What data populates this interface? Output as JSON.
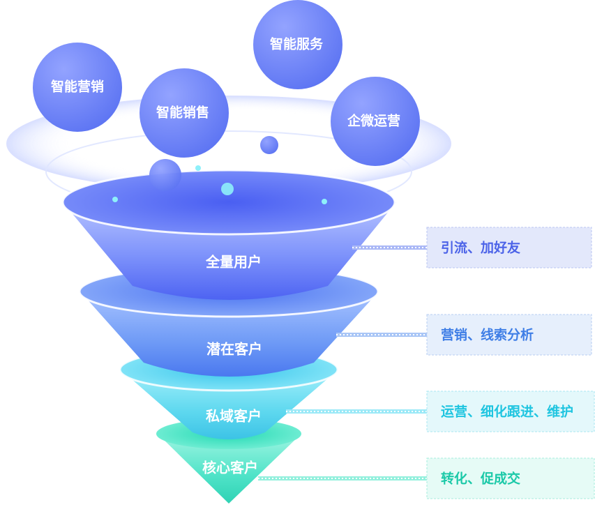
{
  "bubbles": [
    {
      "label": "智能营销"
    },
    {
      "label": "智能销售"
    },
    {
      "label": "智能服务"
    },
    {
      "label": "企微运营"
    }
  ],
  "layers": [
    {
      "label": "全量用户",
      "note": "引流、加好友"
    },
    {
      "label": "潜在客户",
      "note": "营销、线索分析"
    },
    {
      "label": "私域客户",
      "note": "运营、细化跟进、维护"
    },
    {
      "label": "核心客户",
      "note": "转化、促成交"
    }
  ],
  "colors": {
    "bubble": "#6b82f6",
    "layer1": "#5a73f4",
    "layer2": "#5f8cf3",
    "layer3": "#4fd6ea",
    "layer4": "#3fe0c0",
    "note1_text": "#4c63e8",
    "note2_text": "#3f7ee6",
    "note3_text": "#1fc5e0",
    "note4_text": "#1bc9a8"
  }
}
